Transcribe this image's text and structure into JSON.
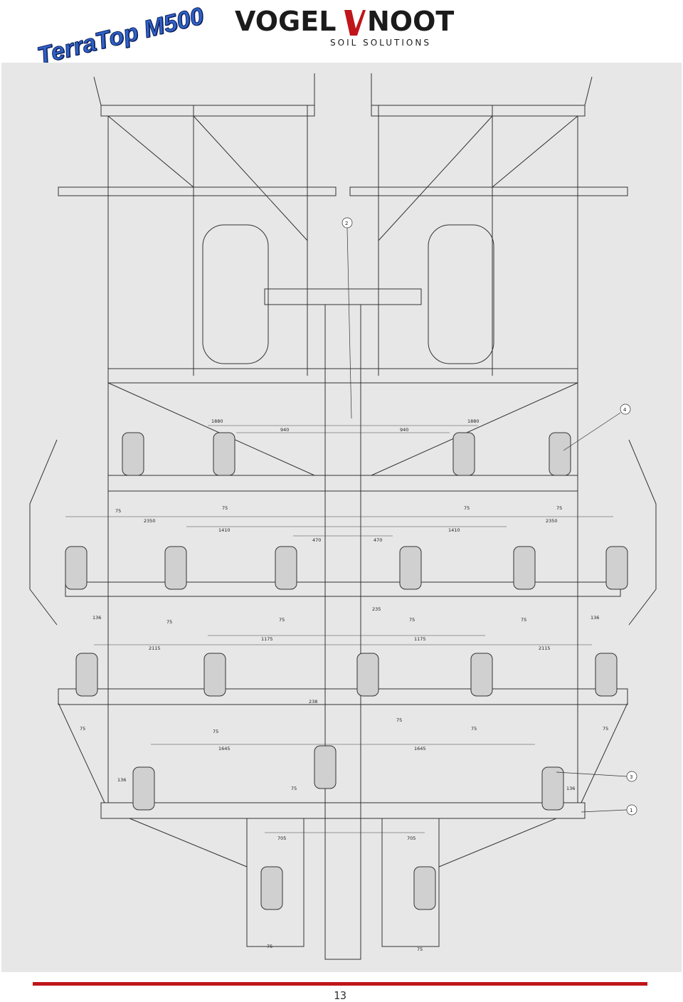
{
  "brand": {
    "left_word": "VOGEL",
    "right_word": "NOOT",
    "tagline": "SOIL SOLUTIONS",
    "colors": {
      "text": "#1b1b1b",
      "accent": "#c0151a"
    }
  },
  "product": {
    "title": "TerraTop M500",
    "color": "#2f62c8"
  },
  "drawing": {
    "callouts": [
      "1",
      "2",
      "3",
      "4"
    ],
    "dimensions": {
      "top_half_width": "1880",
      "inner_offset": "940",
      "tine_pitch": "75",
      "row_span_a": "2350",
      "row_span_b": "1410",
      "center_gap": "470",
      "row_offset_a": "136",
      "center_offset": "235",
      "row_span_c": "1175",
      "row_span_d": "2115",
      "center_offset_b": "238",
      "row_span_e": "1645",
      "rear_span": "705"
    }
  },
  "footer": {
    "page_number": "13",
    "rule_color": "#c0151a"
  }
}
